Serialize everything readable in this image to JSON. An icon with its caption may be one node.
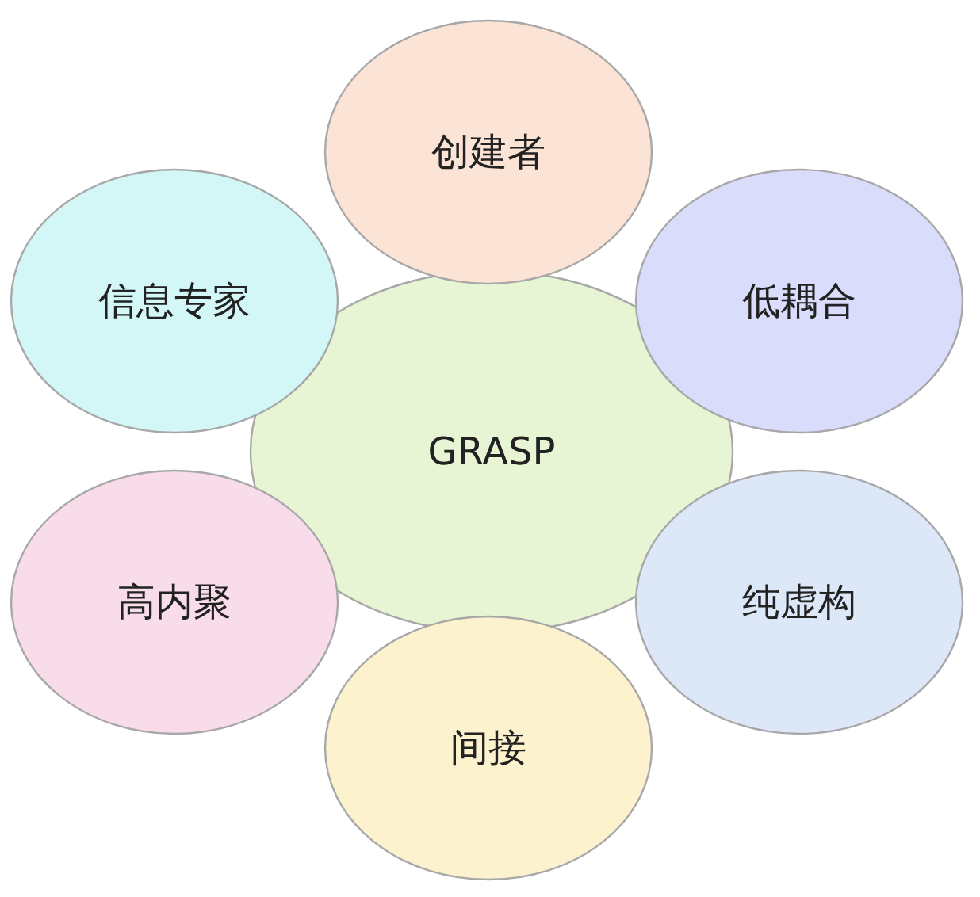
{
  "diagram": {
    "nodes": [
      {
        "text": [
          "GRASP"
        ]
      },
      {
        "text": [
          "创建者"
        ]
      },
      {
        "text": [
          "低耦合"
        ]
      },
      {
        "text": [
          "纯虚构"
        ]
      },
      {
        "text": [
          "间接"
        ]
      },
      {
        "text": [
          "高内聚"
        ]
      },
      {
        "text": [
          "信息专家"
        ]
      }
    ]
  }
}
